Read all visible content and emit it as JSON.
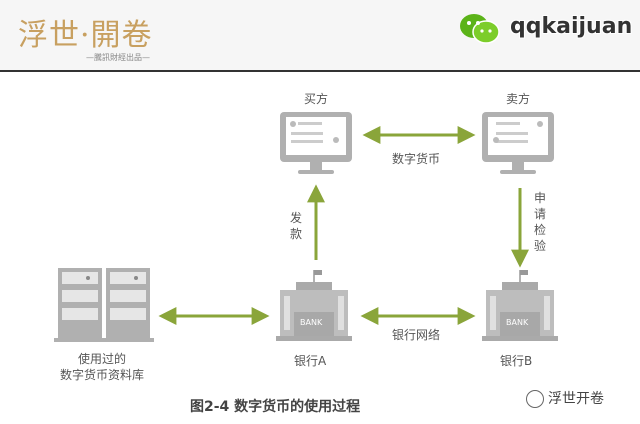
{
  "header": {
    "brand_title": "浮世·開卷",
    "brand_subtitle": "—騰訊財經出品—",
    "wechat_id": "qqkaijuan"
  },
  "diagram": {
    "buyer_label": "买方",
    "seller_label": "卖方",
    "currency_label": "数字货币",
    "issue_label": "发款",
    "apply_label": "申请检验",
    "bank_a_label": "银行A",
    "bank_b_label": "银行B",
    "network_label": "银行网络",
    "database_label_line1": "使用过的",
    "database_label_line2": "数字货币资料库",
    "bank_sign": "BANK"
  },
  "caption": "图2-4 数字货币的使用过程",
  "footer": {
    "logo_text": "浮世开卷"
  },
  "colors": {
    "arrow_green": "#8aa53a",
    "gray": "#aaaaaa",
    "brand": "#c8a060"
  }
}
